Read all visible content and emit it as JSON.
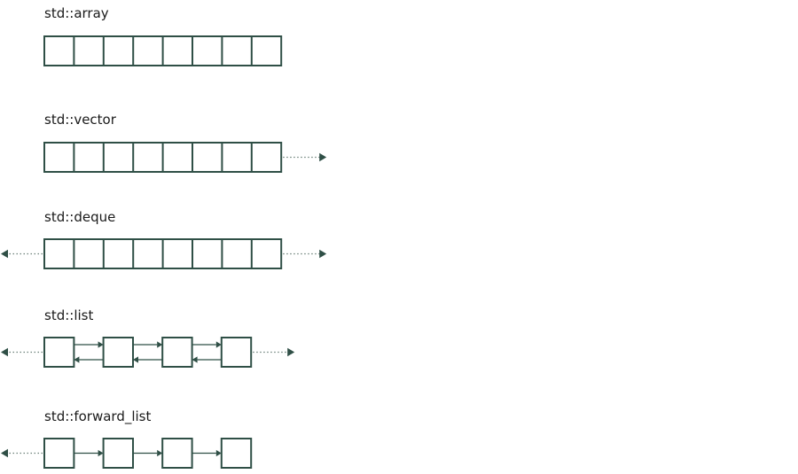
{
  "diagram": {
    "stroke_color": "#2f4f46",
    "dotted_color": "#6a7f78",
    "containers": [
      {
        "label": "std::array",
        "kind": "contiguous",
        "cells": 8,
        "grows_front": false,
        "grows_back": false
      },
      {
        "label": "std::vector",
        "kind": "contiguous",
        "cells": 8,
        "grows_front": false,
        "grows_back": true
      },
      {
        "label": "std::deque",
        "kind": "contiguous",
        "cells": 8,
        "grows_front": true,
        "grows_back": true
      },
      {
        "label": "std::list",
        "kind": "doubly-linked",
        "cells": 4,
        "grows_front": true,
        "grows_back": true
      },
      {
        "label": "std::forward_list",
        "kind": "singly-linked",
        "cells": 4,
        "grows_front": true,
        "grows_back": false
      }
    ]
  }
}
